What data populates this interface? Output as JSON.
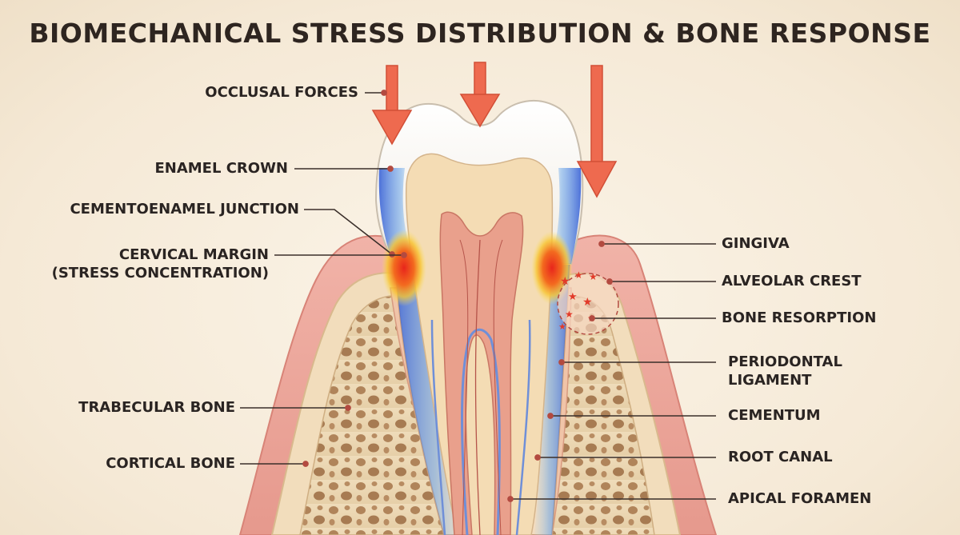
{
  "title": "BIOMECHANICAL STRESS DISTRIBUTION & BONE RESPONSE",
  "labels": {
    "occlusal_forces": "OCCLUSAL FORCES",
    "enamel_crown": "ENAMEL CROWN",
    "cej": "CEMENTOENAMEL JUNCTION",
    "cervical_margin_1": "CERVICAL MARGIN",
    "cervical_margin_2": "(STRESS CONCENTRATION)",
    "trabecular_bone": "TRABECULAR BONE",
    "cortical_bone": "CORTICAL BONE",
    "gingiva": "GINGIVA",
    "alveolar_crest": "ALVEOLAR CREST",
    "bone_resorption": "BONE RESORPTION",
    "pdl_1": "PERIODONTAL",
    "pdl_2": "LIGAMENT",
    "cementum": "CEMENTUM",
    "root_canal": "ROOT CANAL",
    "apical_foramen": "APICAL FORAMEN"
  },
  "colors": {
    "force_arrow": "#ee6a4f",
    "stress_high": "#e8261c",
    "stress_low": "#3f6fd8",
    "gingiva": "#e9a49a",
    "bone": "#ead6b2",
    "text": "#2a2422"
  }
}
